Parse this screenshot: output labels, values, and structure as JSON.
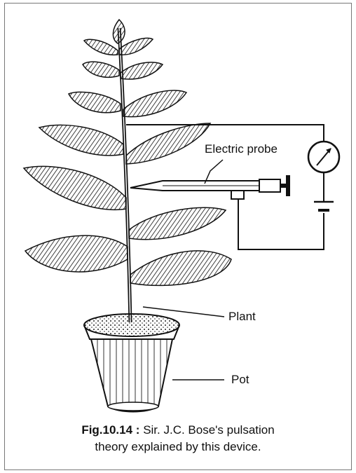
{
  "labels": {
    "probe": "Electric probe",
    "plant": "Plant",
    "pot": "Pot"
  },
  "caption": {
    "fig": "Fig.10.14 :",
    "text_line1": "Sir. J.C. Bose's pulsation",
    "text_line2": "theory explained by this device."
  }
}
